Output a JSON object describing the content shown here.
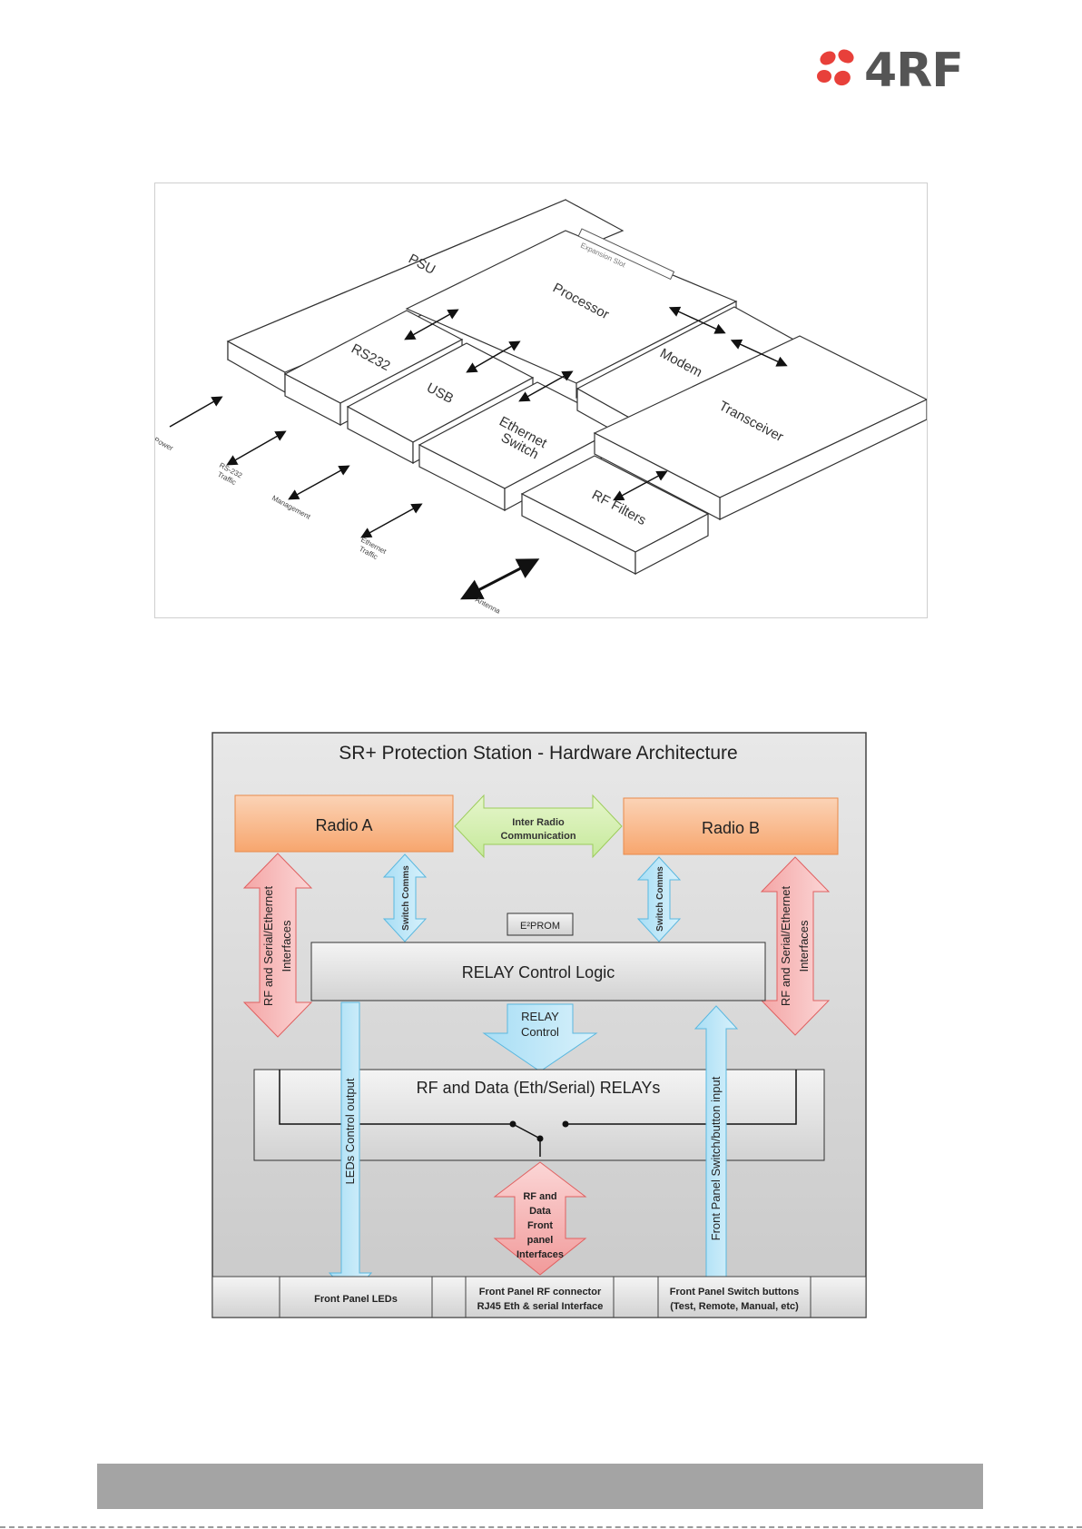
{
  "logo": {
    "text": "4RF",
    "colors": {
      "petals": "#e8403a",
      "text": "#555555"
    }
  },
  "isometric_diagram": {
    "blocks": {
      "psu": "PSU",
      "processor": "Processor",
      "expansion_slot": "Expansion Slot",
      "rs232": "RS232",
      "usb": "USB",
      "ethernet_switch_1": "Ethernet",
      "ethernet_switch_2": "Switch",
      "modem": "Modem",
      "transceiver": "Transceiver",
      "rf_filters": "RF Filters"
    },
    "ports": {
      "power": "Power",
      "rs232_traffic_1": "RS-232",
      "rs232_traffic_2": "Traffic",
      "management": "Management",
      "ethernet_traffic_1": "Ethernet",
      "ethernet_traffic_2": "Traffic",
      "antenna": "Antenna"
    }
  },
  "architecture_diagram": {
    "title": "SR+ Protection Station - Hardware Architecture",
    "radio_a": "Radio A",
    "radio_b": "Radio B",
    "inter_radio_1": "Inter Radio",
    "inter_radio_2": "Communication",
    "switch_comms": "Switch Comms",
    "eeprom": "E²PROM",
    "relay_logic": "RELAY Control Logic",
    "relay_control_1": "RELAY",
    "relay_control_2": "Control",
    "relays_box": "RF and Data (Eth/Serial) RELAYs",
    "rf_serial_1": "RF and Serial/Ethernet",
    "rf_serial_2": "Interfaces",
    "leds_output": "LEDs Control output",
    "switch_input": "Front Panel Switch/button input",
    "front_if_1": "RF and",
    "front_if_2": "Data",
    "front_if_3": "Front",
    "front_if_4": "panel",
    "front_if_5": "Interfaces",
    "bottom_leds": "Front Panel LEDs",
    "bottom_rf_1": "Front Panel RF connector",
    "bottom_rf_2": "RJ45 Eth & serial Interface",
    "bottom_sw_1": "Front Panel Switch buttons",
    "bottom_sw_2": "(Test, Remote, Manual, etc)"
  }
}
